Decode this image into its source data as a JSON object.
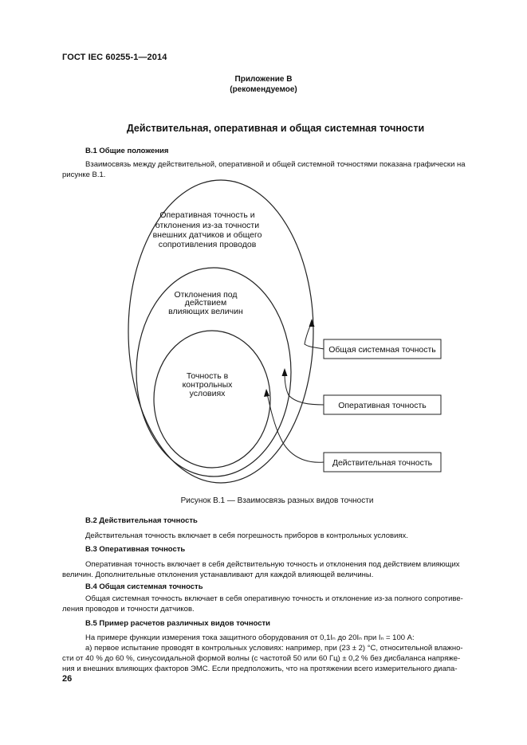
{
  "header": {
    "doc_id": "ГОСТ IEC 60255-1—2014"
  },
  "annex": {
    "title": "Приложение В",
    "subtitle": "(рекомендуемое)"
  },
  "main_title": "Действительная, оперативная и общая системная точности",
  "b1": {
    "heading": "В.1 Общие положения",
    "lines": [
      "Взаимосвязь между действительной, оперативной и общей системной точностями показана графически на",
      "рисунке В.1."
    ]
  },
  "figure": {
    "outer_label": [
      "Оперативная точность и",
      "отклонения из-за точности",
      "внешних датчиков и общего",
      "сопротивления проводов"
    ],
    "middle_label": [
      "Отклонения под",
      "действием",
      "влияющих величин"
    ],
    "inner_label": [
      "Точность в",
      "контрольных",
      "условиях"
    ],
    "box_system": "Общая системная точность",
    "box_operative": "Оперативная точность",
    "box_actual": "Действительная точность",
    "caption": "Рисунок В.1 — Взаимосвязь разных видов точности"
  },
  "b2": {
    "heading": "В.2 Действительная точность",
    "lines": [
      "Действительная точность включает в себя погрешность приборов в контрольных условиях."
    ]
  },
  "b3": {
    "heading": "В.3 Оперативная точность",
    "lines": [
      "Оперативная точность включает в себя действительную точность и отклонения под действием влияющих",
      "величин. Дополнительные отклонения устанавливают для каждой влияющей величины."
    ]
  },
  "b4": {
    "heading": "В.4 Общая системная точность",
    "lines": [
      "Общая системная точность включает в себя оперативную точность и отклонение из-за полного сопротиве-",
      "ления проводов и точности датчиков."
    ]
  },
  "b5": {
    "heading": "В.5 Пример расчетов различных видов точности",
    "lines": [
      "На примере функции измерения тока защитного оборудования от 0,1Iₙ до 20Iₙ при Iₙ = 100 А:",
      "а) первое испытание проводят в контрольных условиях: например, при (23 ± 2) °С, относительной влажно-",
      "сти от 40 % до 60 %, синусоидальной формой волны (с частотой 50 или 60 Гц) ± 0,2 % без дисбаланса напряже-",
      "ния и внешних влияющих факторов ЭМС. Если предположить, что на протяжении всего измерительного диапа-"
    ]
  },
  "page_number": "26"
}
